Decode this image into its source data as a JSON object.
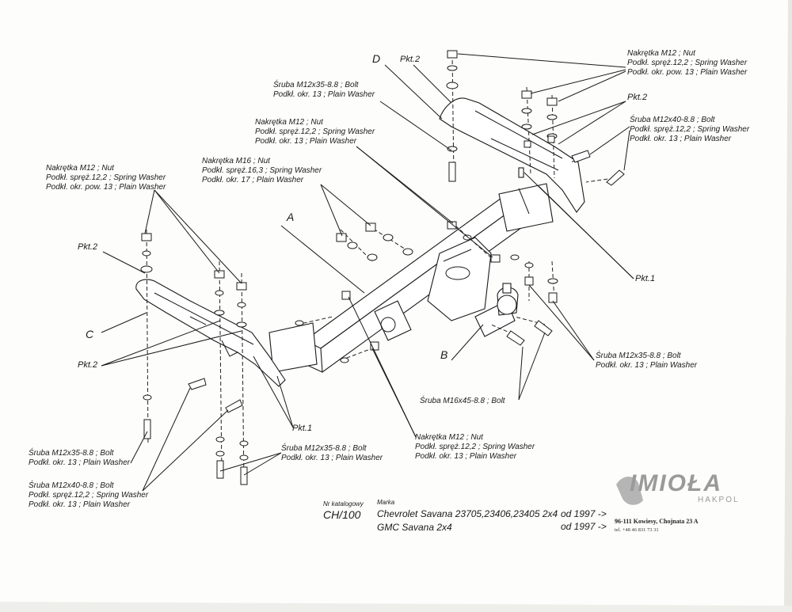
{
  "labels": {
    "d_pkt2": "Pkt.2",
    "letter_d": "D",
    "letter_a": "A",
    "letter_b": "B",
    "letter_c": "C",
    "top_nut": [
      "Nakrętka M12 ; Nut",
      "Podkł. spręż.12,2 ; Spring Washer",
      "Podkł. okr. pow. 13 ; Plain Washer"
    ],
    "right_pkt2": "Pkt.2",
    "right_bolt40": [
      "Śruba M12x40-8.8 ; Bolt",
      "Podkł. spręż.12,2 ; Spring Washer",
      "Podkł. okr. 13 ; Plain Washer"
    ],
    "bolt35_top": [
      "Śruba M12x35-8.8 ; Bolt",
      "Podkł. okr. 13 ; Plain Washer"
    ],
    "nut_center": [
      "Nakrętka M12 ; Nut",
      "Podkł. spręż.12,2 ; Spring Washer",
      "Podkł. okr. 13 ; Plain Washer"
    ],
    "nut_m16": [
      "Nakrętka M16 ; Nut",
      "Podkł. spręż.16,3 ; Spring Washer",
      "Podkł. okr. 17 ; Plain Washer"
    ],
    "left_nut": [
      "Nakrętka M12 ; Nut",
      "Podkł. spręż.12,2 ; Spring Washer",
      "Podkł. okr. pow. 13 ; Plain Washer"
    ],
    "left_pkt2_top": "Pkt.2",
    "left_pkt2_bottom": "Pkt.2",
    "right_pkt1": "Pkt.1",
    "center_pkt1": "Pkt.1",
    "right_bolt35": [
      "Śruba M12x35-8.8 ; Bolt",
      "Podkł. okr. 13 ; Plain Washer"
    ],
    "bolt_m16": "Śruba M16x45-8.8 ; Bolt",
    "nut_bottom": [
      "Nakrętka M12 ; Nut",
      "Podkł. spręż.12,2 ; Spring Washer",
      "Podkł. okr. 13 ; Plain Washer"
    ],
    "bottom_bolt35_mid": [
      "Śruba M12x35-8.8 ; Bolt",
      "Podkł. okr. 13 ; Plain Washer"
    ],
    "bottom_bolt35_left": [
      "Śruba M12x35-8.8 ; Bolt",
      "Podkł. okr. 13 ; Plain Washer"
    ],
    "bottom_bolt40_left": [
      "Śruba M12x40-8.8 ; Bolt",
      "Podkł. spręż.12,2 ; Spring Washer",
      "Podkł. okr. 13 ; Plain Washer"
    ]
  },
  "catalog": {
    "nr_label": "Nr katalogowy",
    "nr_value": "CH/100",
    "marka_label": "Marka",
    "vehicle_1": "Chevrolet Savana 23705,23406,23405 2x4",
    "vehicle_2": "GMC Savana 2x4",
    "from_1": "od 1997 ->",
    "from_2": "od 1997 ->"
  },
  "brand": {
    "name": "IMIOŁA",
    "sub": "HAKPOL",
    "address": "96-111 Kowiesy, Chojnata 23 A",
    "phone": "tel. +48 46 831 73 31"
  }
}
